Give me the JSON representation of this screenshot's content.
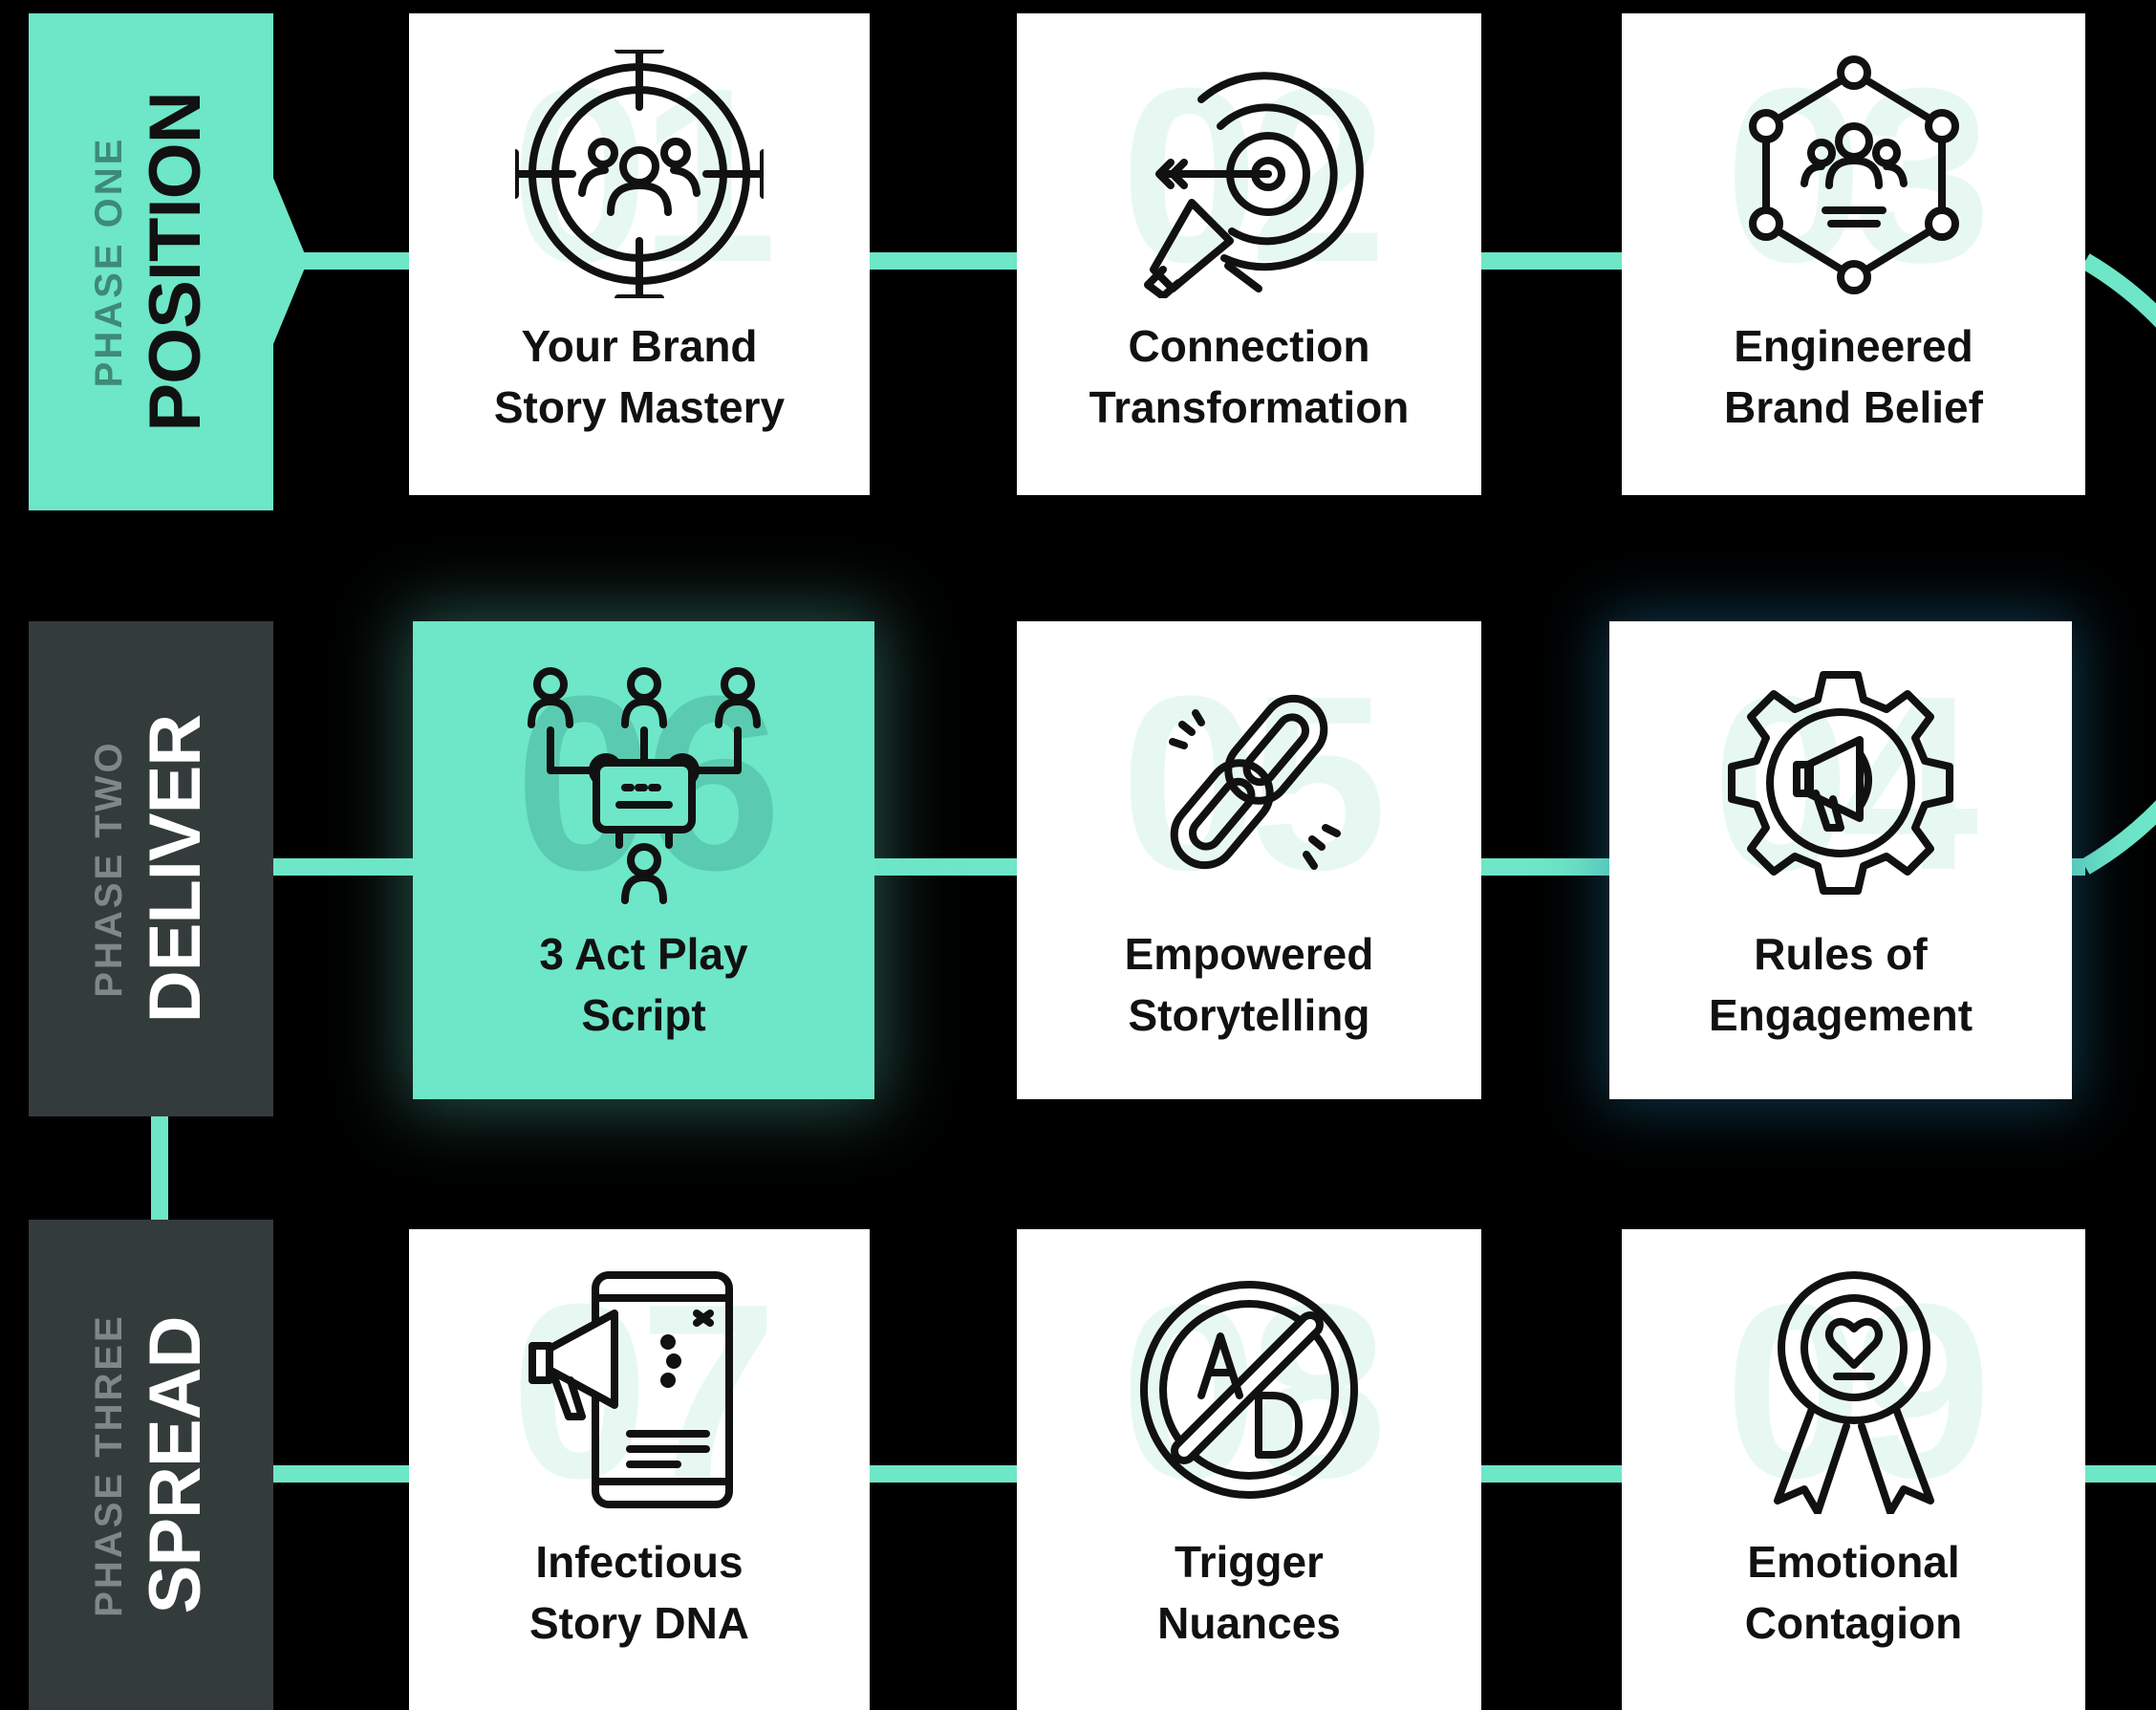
{
  "colors": {
    "background": "#000000",
    "accent": "#6ee6c8",
    "phase_dark": "#343b3b",
    "card": "#ffffff",
    "ghost_number": "#e7f8f3"
  },
  "phases": [
    {
      "label": "PHASE ONE",
      "name": "POSITION"
    },
    {
      "label": "PHASE TWO",
      "name": "DELIVER"
    },
    {
      "label": "PHASE THREE",
      "name": "SPREAD"
    }
  ],
  "cards": [
    {
      "num": "01",
      "line1": "Your Brand",
      "line2": "Story Mastery",
      "icon": "crosshair-people-icon"
    },
    {
      "num": "02",
      "line1": "Connection",
      "line2": "Transformation",
      "icon": "target-megaphone-icon"
    },
    {
      "num": "03",
      "line1": "Engineered",
      "line2": "Brand Belief",
      "icon": "network-people-icon"
    },
    {
      "num": "04",
      "line1": "Rules of",
      "line2": "Engagement",
      "icon": "gear-megaphone-icon"
    },
    {
      "num": "05",
      "line1": "Empowered",
      "line2": "Storytelling",
      "icon": "chain-link-icon"
    },
    {
      "num": "06",
      "line1": "3 Act Play",
      "line2": "Script",
      "icon": "people-hierarchy-icon"
    },
    {
      "num": "07",
      "line1": "Infectious",
      "line2": "Story DNA",
      "icon": "phone-megaphone-icon"
    },
    {
      "num": "08",
      "line1": "Trigger",
      "line2": "Nuances",
      "icon": "no-ads-icon"
    },
    {
      "num": "09",
      "line1": "Emotional",
      "line2": "Contagion",
      "icon": "award-ribbon-icon"
    }
  ]
}
